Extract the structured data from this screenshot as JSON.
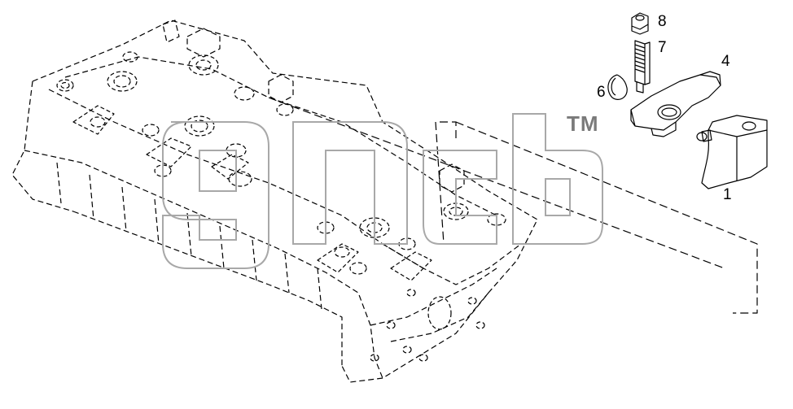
{
  "callouts": {
    "c1": "1",
    "c4": "4",
    "c6": "6",
    "c7": "7",
    "c8": "8"
  },
  "watermark": {
    "tm": "TM",
    "color": "#9a9a9a"
  },
  "colors": {
    "line": "#000000",
    "background": "#ffffff"
  }
}
